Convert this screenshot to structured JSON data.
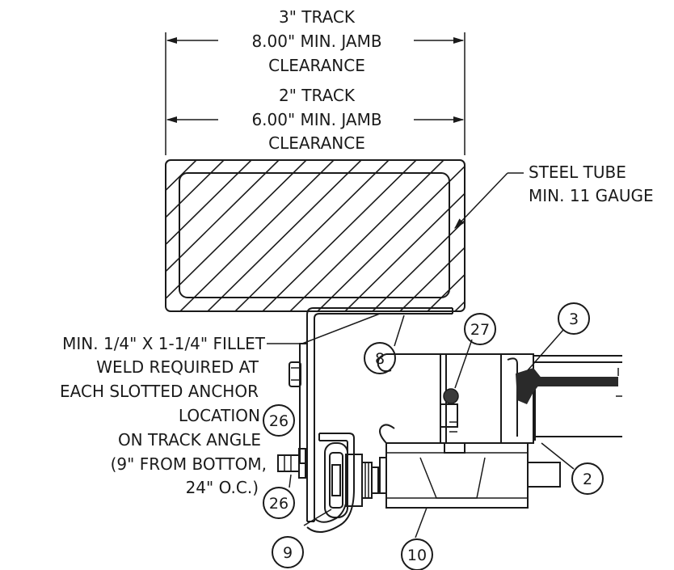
{
  "dimensions": {
    "track_3in": {
      "line1": "3\" TRACK",
      "line2": "8.00\" MIN. JAMB",
      "line3": "CLEARANCE"
    },
    "track_2in": {
      "line1": "2\" TRACK",
      "line2": "6.00\" MIN. JAMB",
      "line3": "CLEARANCE"
    }
  },
  "notes": {
    "steel_tube": {
      "line1": "STEEL TUBE",
      "line2": "MIN. 11 GAUGE"
    },
    "weld": {
      "line1": "MIN. 1/4\" X 1-1/4\" FILLET",
      "line2": "WELD REQUIRED AT",
      "line3": "EACH SLOTTED ANCHOR",
      "line4": "LOCATION",
      "line5": "ON TRACK ANGLE",
      "line6": "(9\" FROM BOTTOM,",
      "line7": "24\" O.C.)"
    }
  },
  "callouts": {
    "c3": "3",
    "c27": "27",
    "c8": "8",
    "c26_upper": "26",
    "c26_lower": "26",
    "c2": "2",
    "c9": "9",
    "c10": "10"
  }
}
